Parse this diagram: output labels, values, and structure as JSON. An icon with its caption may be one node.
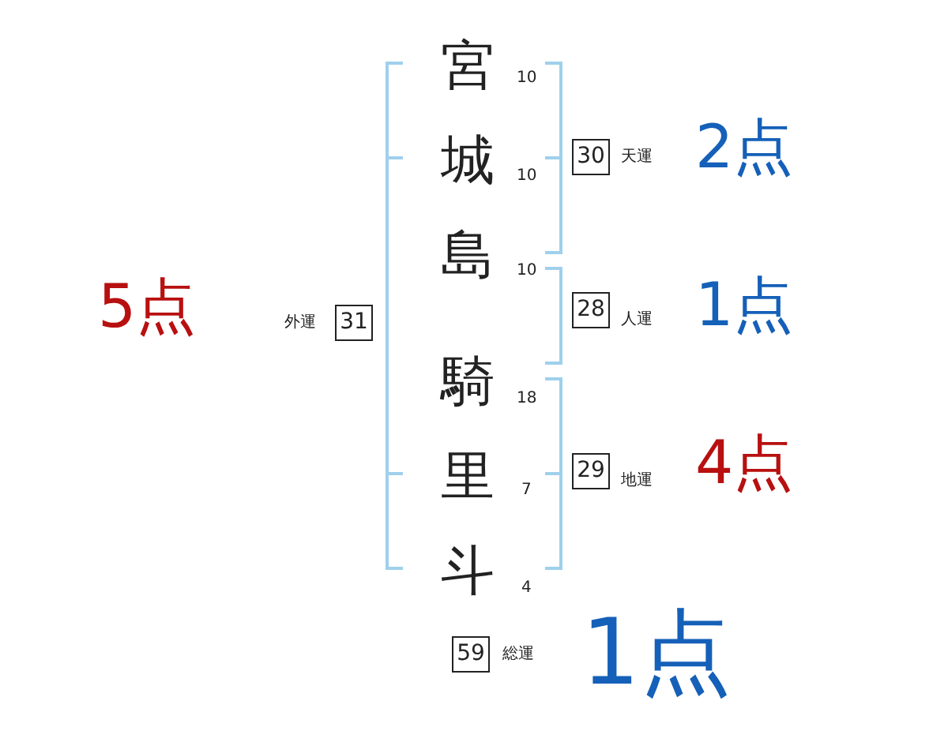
{
  "diagram": {
    "nodes": [
      {
        "text": [
          "30"
        ],
        "beside": [
          "天運",
          "2点"
        ]
      },
      {
        "text": [
          "31"
        ],
        "beside": [
          "外運",
          "5点"
        ]
      },
      {
        "text": [
          "28"
        ],
        "beside": [
          "人運",
          "1点"
        ]
      },
      {
        "text": [
          "29"
        ],
        "beside": [
          "地運",
          "4点"
        ]
      },
      {
        "text": [
          "59"
        ],
        "beside": [
          "総運",
          "1点"
        ]
      }
    ],
    "labels": [
      "宮",
      "10",
      "城",
      "10",
      "島",
      "10",
      "騎",
      "18",
      "里",
      "7",
      "斗",
      "4"
    ]
  }
}
